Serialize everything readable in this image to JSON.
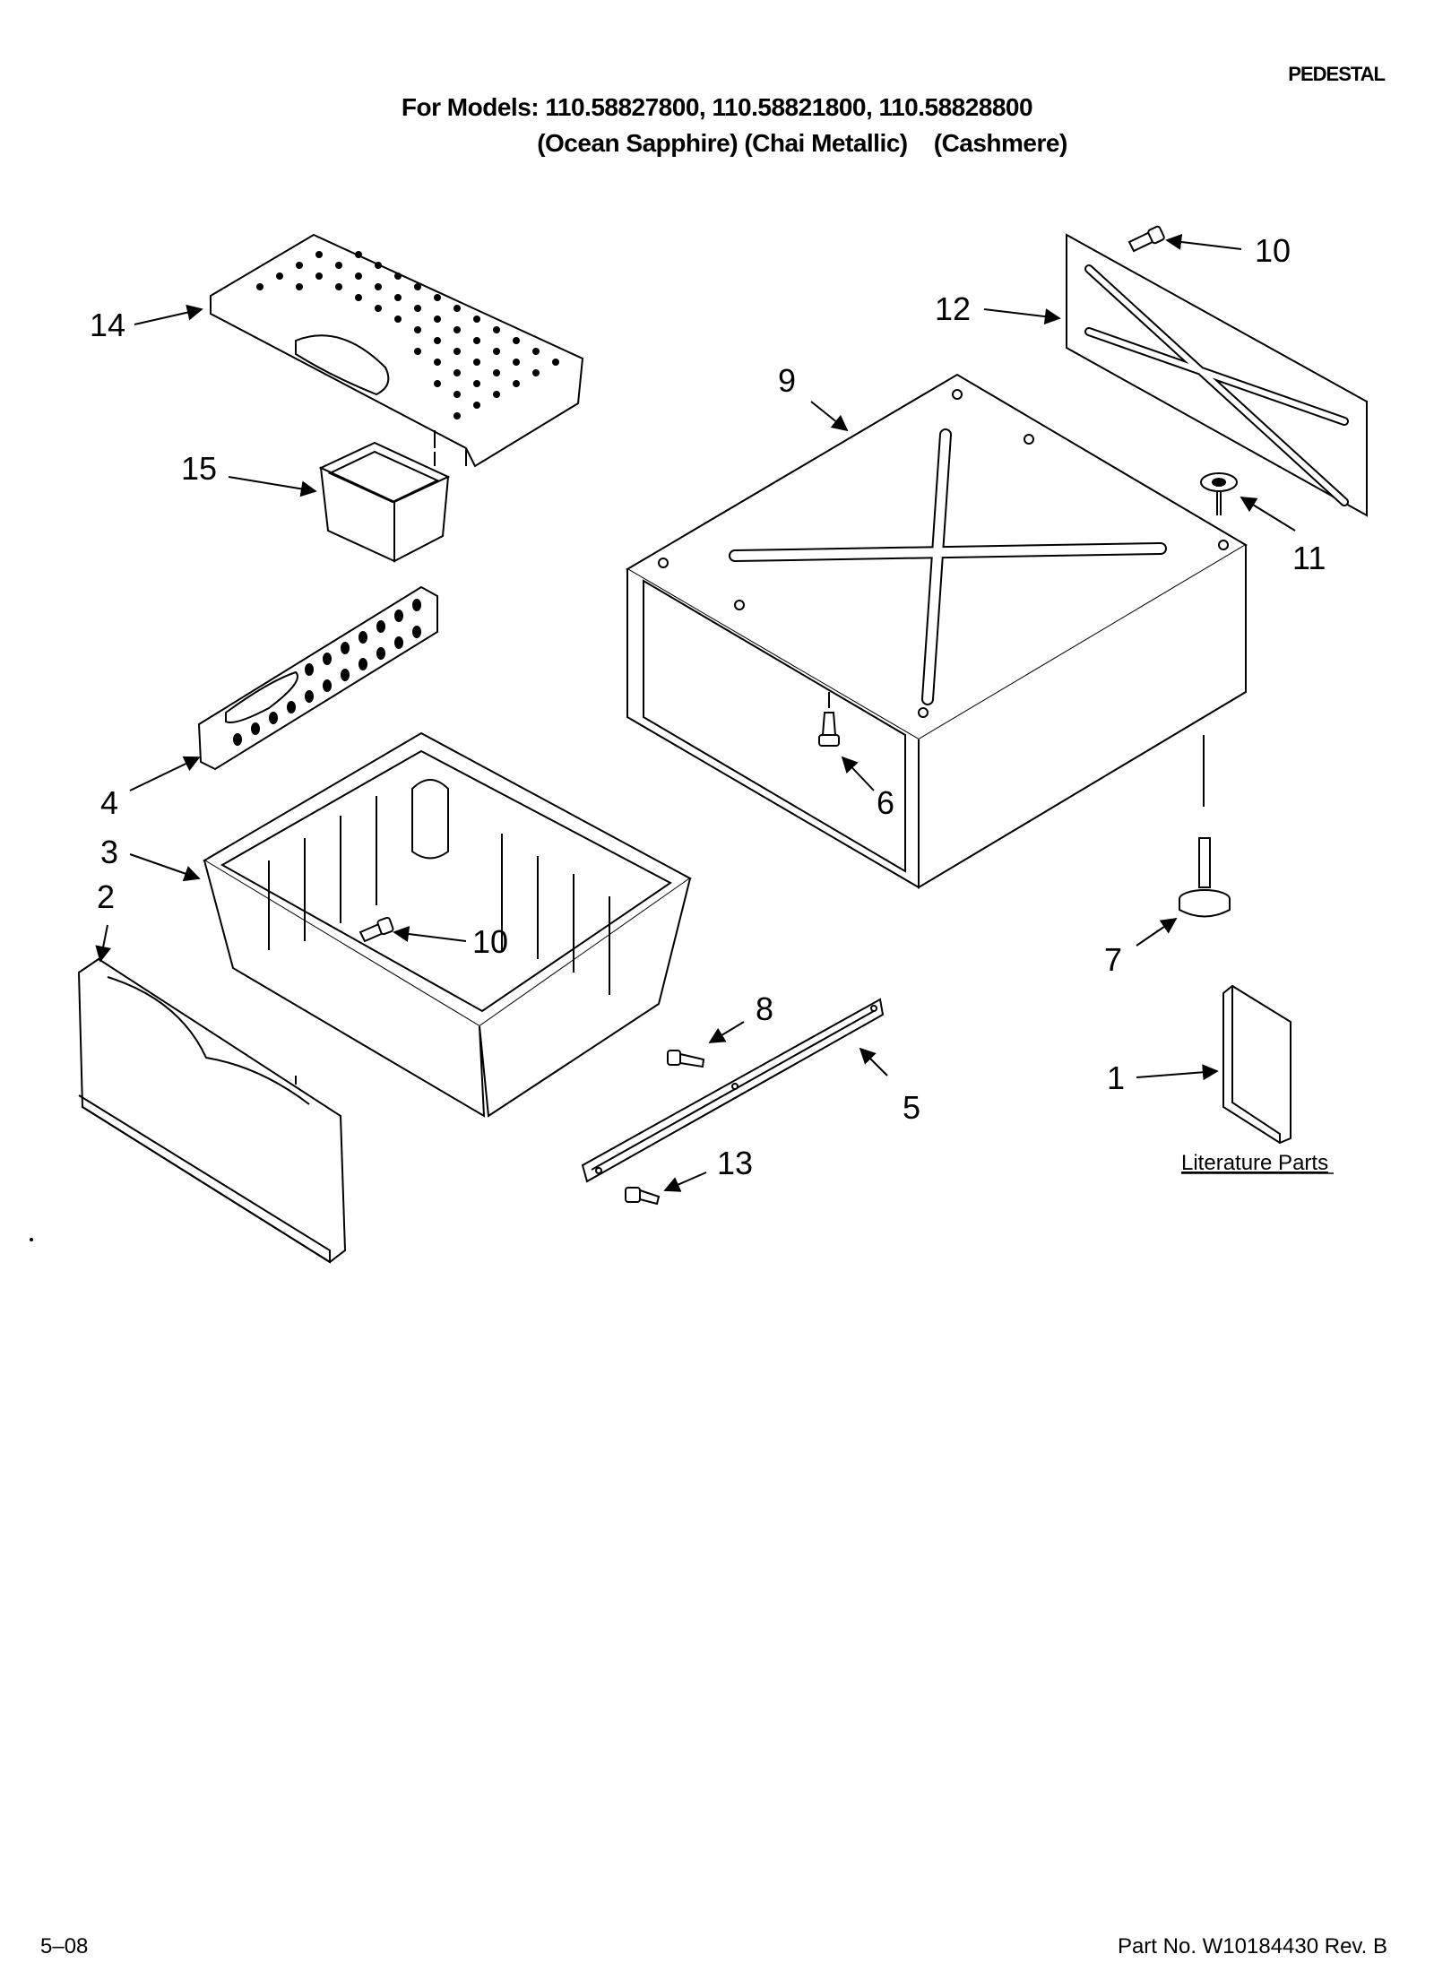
{
  "header": {
    "section": "PEDESTAL",
    "models_line": "For Models: 110.58827800, 110.58821800, 110.58828800",
    "colors_line": "(Ocean Sapphire) (Chai Metallic)    (Cashmere)"
  },
  "callouts": {
    "c1": "1",
    "c2": "2",
    "c3": "3",
    "c4": "4",
    "c5": "5",
    "c6": "6",
    "c7": "7",
    "c8": "8",
    "c9": "9",
    "c10a": "10",
    "c10b": "10",
    "c11": "11",
    "c12": "12",
    "c13": "13",
    "c14": "14",
    "c15": "15"
  },
  "literature_label": "Literature Parts",
  "footer": {
    "date": "5–08",
    "part_no": "Part No. W10184430 Rev. B"
  }
}
